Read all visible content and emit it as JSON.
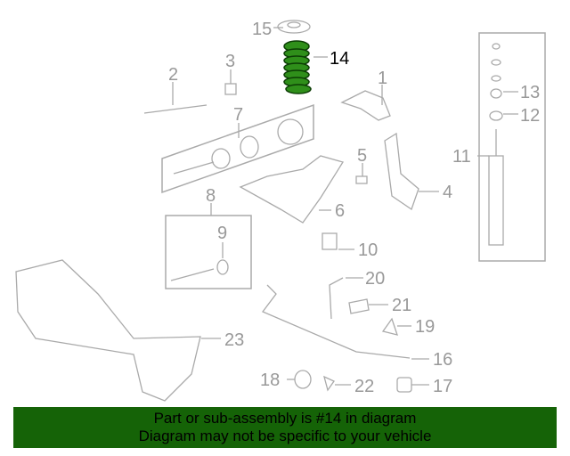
{
  "diagram": {
    "highlighted_part": "14",
    "highlight_color": "#1f7a0e",
    "callouts": [
      "1",
      "2",
      "3",
      "4",
      "5",
      "6",
      "7",
      "8",
      "9",
      "10",
      "11",
      "12",
      "13",
      "14",
      "15",
      "16",
      "17",
      "18",
      "19",
      "20",
      "21",
      "22",
      "23"
    ]
  },
  "banner": {
    "line1": "Part or sub-assembly is #14 in diagram",
    "line2": "Diagram may not be specific to your vehicle",
    "background": "#156307"
  }
}
